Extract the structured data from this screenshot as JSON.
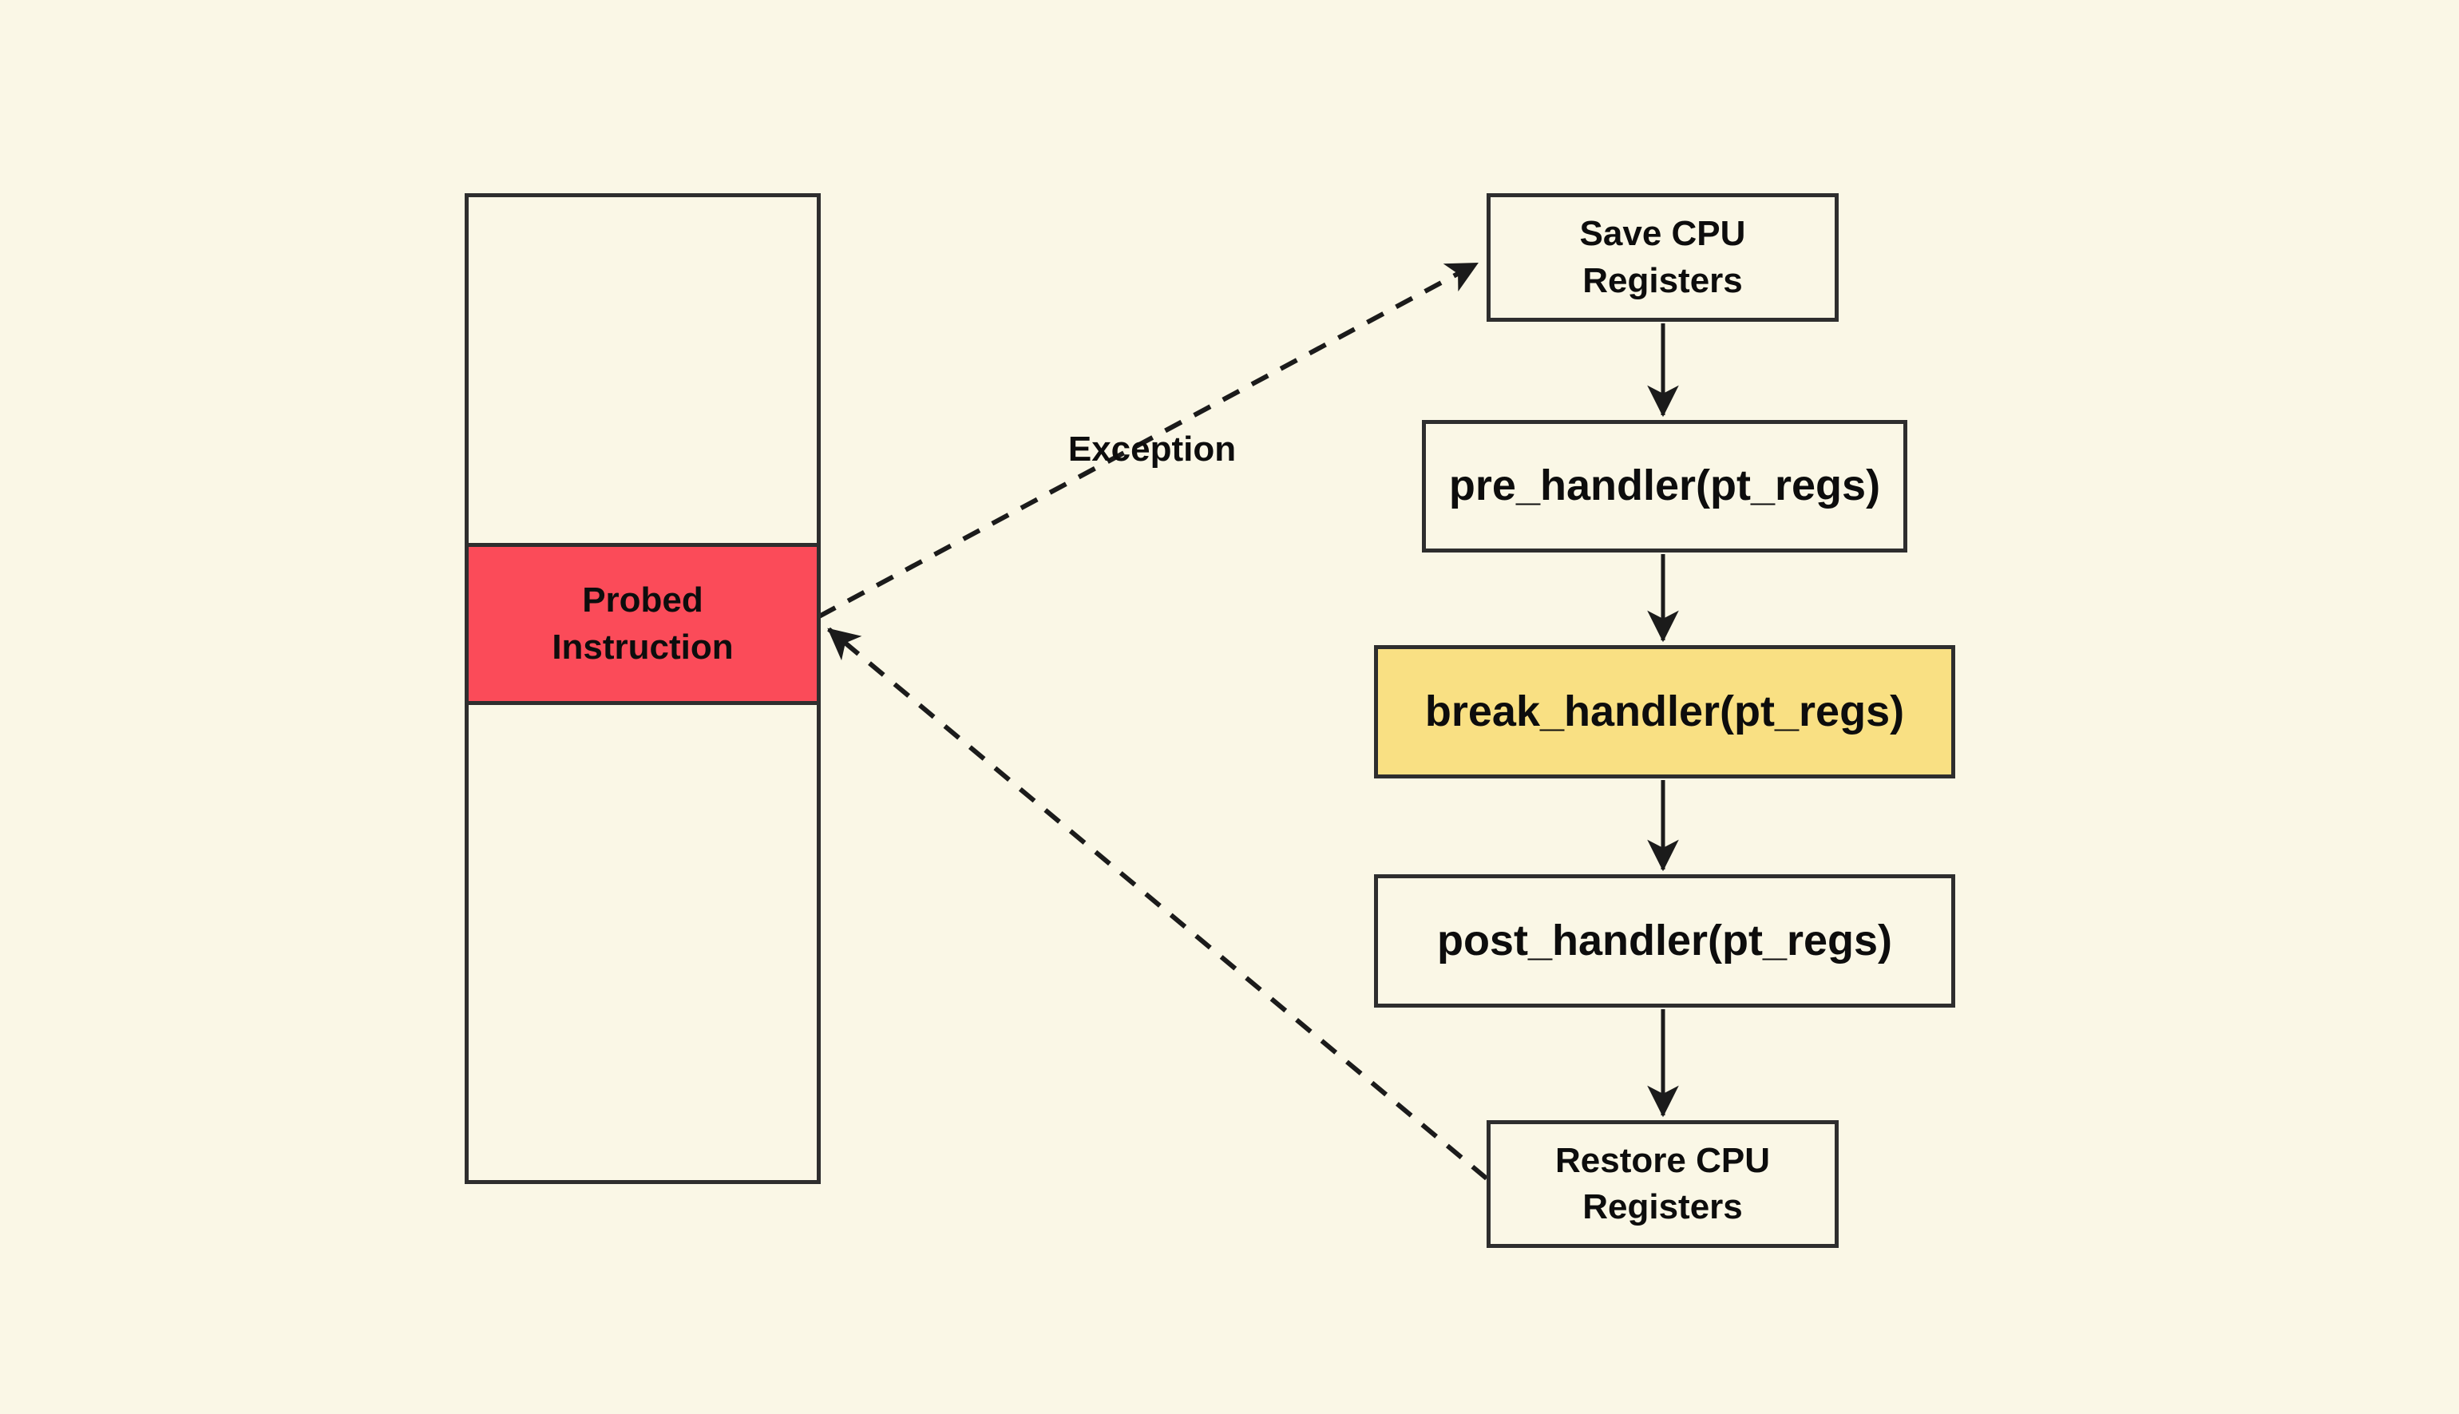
{
  "diagram": {
    "type": "flowchart",
    "colors": {
      "background": "#FAF7E6",
      "box_border": "#2E2E2E",
      "line_color": "#1B1B1B",
      "text_color": "#0D0D0D",
      "probed_highlight": "#FB4B59",
      "break_highlight": "#F9E083"
    },
    "memory": {
      "probed_box": {
        "lines": [
          "Probed",
          "Instruction"
        ],
        "fill": "#FB4B59"
      }
    },
    "flow": {
      "nodes": [
        {
          "id": "save-cpu-registers",
          "lines": [
            "Save CPU",
            "Registers"
          ],
          "fill": "none"
        },
        {
          "id": "pre-handler",
          "lines": [
            "pre_handler(pt_regs)"
          ],
          "fill": "none"
        },
        {
          "id": "break-handler",
          "lines": [
            "break_handler(pt_regs)"
          ],
          "fill": "#F9E083"
        },
        {
          "id": "post-handler",
          "lines": [
            "post_handler(pt_regs)"
          ],
          "fill": "none"
        },
        {
          "id": "restore-cpu-registers",
          "lines": [
            "Restore CPU",
            "Registers"
          ],
          "fill": "none"
        }
      ]
    },
    "edges": {
      "exception_label": "Exception",
      "exception_edge": "probed-instruction -> save-cpu-registers (dashed)",
      "return_edge": "restore-cpu-registers -> probed-instruction (dashed)"
    }
  }
}
